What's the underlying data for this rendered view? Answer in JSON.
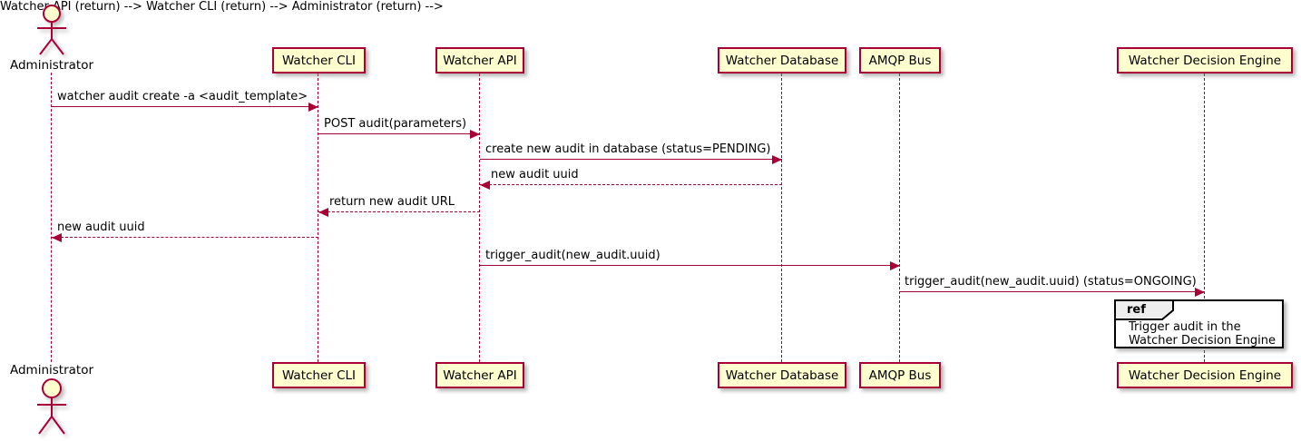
{
  "diagram": {
    "type": "sequence",
    "actor": {
      "name": "Administrator"
    },
    "participants": [
      {
        "name": "Watcher CLI"
      },
      {
        "name": "Watcher API"
      },
      {
        "name": "Watcher Database"
      },
      {
        "name": "AMQP Bus"
      },
      {
        "name": "Watcher Decision Engine"
      }
    ],
    "messages": [
      {
        "from": "Administrator",
        "to": "Watcher CLI",
        "style": "solid",
        "label": "watcher audit create -a <audit_template>"
      },
      {
        "from": "Watcher CLI",
        "to": "Watcher API",
        "style": "solid",
        "label": "POST audit(parameters)"
      },
      {
        "from": "Watcher API",
        "to": "Watcher Database",
        "style": "solid",
        "label": "create new audit in database (status=PENDING)"
      },
      {
        "from": "Watcher Database",
        "to": "Watcher API",
        "style": "dashed",
        "label": "new audit uuid"
      },
      {
        "from": "Watcher API",
        "to": "Watcher CLI",
        "style": "dashed",
        "label": "return new audit URL"
      },
      {
        "from": "Watcher CLI",
        "to": "Administrator",
        "style": "dashed",
        "label": "new audit uuid"
      },
      {
        "from": "Watcher API",
        "to": "AMQP Bus",
        "style": "solid",
        "label": "trigger_audit(new_audit.uuid)"
      },
      {
        "from": "AMQP Bus",
        "to": "Watcher Decision Engine",
        "style": "solid",
        "label": "trigger_audit(new_audit.uuid) (status=ONGOING)"
      }
    ],
    "ref": {
      "tag": "ref",
      "lines": [
        "Trigger audit in the",
        "Watcher Decision Engine"
      ]
    },
    "colors": {
      "line": "#A80036",
      "participant_fill": "#FEFECE",
      "ref_tab_fill": "#EEEEEE",
      "ref_border": "#000000",
      "background": "#FFFFFF"
    }
  }
}
